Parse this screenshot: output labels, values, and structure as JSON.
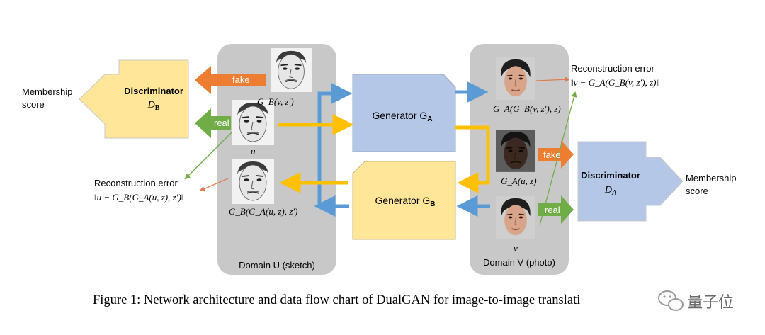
{
  "domains": {
    "u": "Domain U (sketch)",
    "v": "Domain V (photo)"
  },
  "generators": {
    "a": {
      "label": "Generator G",
      "sub": "A"
    },
    "b": {
      "label": "Generator G",
      "sub": "B"
    }
  },
  "discriminators": {
    "b": {
      "label": "Discriminator",
      "sym": "D",
      "sub": "B"
    },
    "a": {
      "label": "Discriminator",
      "sym": "D",
      "sub": "A"
    }
  },
  "membership": {
    "left": [
      "Membership",
      "score"
    ],
    "right": [
      "Membership",
      "score"
    ]
  },
  "arrow_labels": {
    "fake_left": "fake",
    "real_left": "real",
    "fake_right": "fake",
    "real_right": "real"
  },
  "image_labels": {
    "gb_v": "G_B(v, z′)",
    "u": "u",
    "gb_ga_u": "G_B(G_A(u, z), z′)",
    "ga_gb_v": "G_A(G_B(v, z′), z)",
    "ga_u": "G_A(u, z)",
    "v": "v"
  },
  "reconstruction": {
    "left_title": "Reconstruction error",
    "left_formula": "‖u − G_B(G_A(u, z), z′)‖",
    "right_title": "Reconstruction error",
    "right_formula": "‖v − G_A(G_B(v, z′), z)‖"
  },
  "caption": "Figure 1: Network architecture and data flow chart of DualGAN for image-to-image translati",
  "watermark": "量子位",
  "colors": {
    "domain_bg": "#c8c8c8",
    "generator_a": "#b4c7e7",
    "generator_b": "#ffe699",
    "discriminator_b": "#ffe699",
    "discriminator_a": "#b4c7e7",
    "fake_arrow": "#ed7d31",
    "real_arrow": "#70ad47",
    "flow_blue": "#5b9bd5",
    "flow_yellow": "#ffc000",
    "recon_orange": "#e07b4f",
    "recon_green": "#70ad47"
  }
}
